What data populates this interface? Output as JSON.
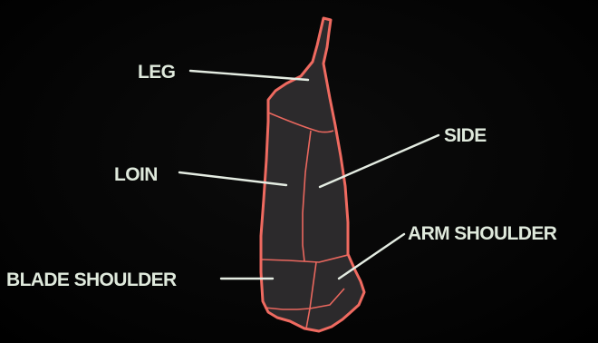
{
  "diagram": {
    "colors": {
      "background": "#050505",
      "cut_fill": "#2c2a2c",
      "outline": "#ef6a60",
      "label_text": "#dfe9dc",
      "leader_line": "#e4ece2"
    },
    "labels": {
      "leg": "LEG",
      "loin": "LOIN",
      "side": "SIDE",
      "arm_shoulder": "ARM SHOULDER",
      "blade_shoulder": "BLADE SHOULDER"
    }
  }
}
